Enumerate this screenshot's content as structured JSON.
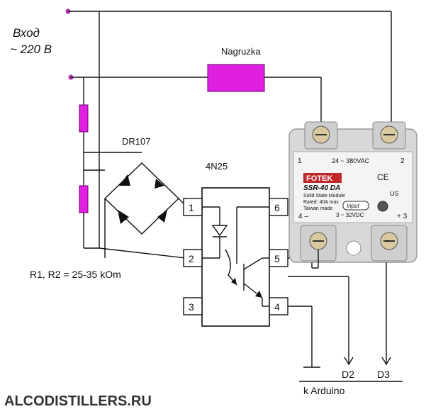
{
  "title": "Вход\n~ 220 В",
  "labels": {
    "input_line1": "Вход",
    "input_line2": "~ 220 В",
    "load": "Nagruzka",
    "bridge": "DR107",
    "optocoupler": "4N25",
    "resistors": "R1, R2 = 25-35 kOm",
    "arduino": "k  Arduino",
    "d2": "D2",
    "d3": "D3",
    "watermark": "ALCODISTILLERS.RU"
  },
  "optocoupler_pins": [
    "1",
    "2",
    "3",
    "4",
    "5",
    "6"
  ],
  "relay": {
    "brand": "FOTEK",
    "model": "SSR-40 DA",
    "line1": "Solid State Module",
    "line2": "Rated: 40A max",
    "line3": "Taiwan made",
    "ac_range": "24 ~ 380VAC",
    "input_label": "Input",
    "dc_range": "3 ~ 32VDC",
    "term1": "1",
    "term2": "2",
    "term3": "+ 3",
    "term4": "4 –",
    "ce": "CE",
    "us": "US"
  },
  "colors": {
    "resistor": "#e020e0",
    "wire": "#111111",
    "relay_body": "#e6e6e6"
  }
}
